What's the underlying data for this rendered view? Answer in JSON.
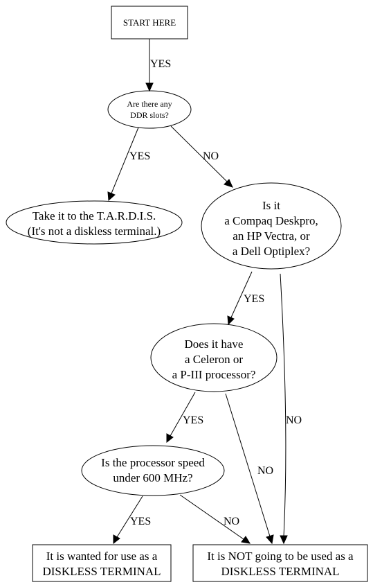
{
  "nodes": {
    "start": "START HERE",
    "ddr_question": {
      "line1": "Are there any",
      "line2": "DDR slots?"
    },
    "tardis": {
      "line1": "Take it to the T.A.R.D.I.S.",
      "line2": "(It's not a diskless terminal.)"
    },
    "brand_question": {
      "line1": "Is it",
      "line2": "a Compaq Deskpro,",
      "line3": "an HP Vectra, or",
      "line4": "a Dell Optiplex?"
    },
    "processor_question": {
      "line1": "Does it have",
      "line2": "a Celeron or",
      "line3": "a P-III processor?"
    },
    "speed_question": {
      "line1": "Is the processor speed",
      "line2": "under 600 MHz?"
    },
    "wanted": {
      "line1": "It is wanted for use as a",
      "line2": "DISKLESS TERMINAL"
    },
    "not_wanted": {
      "line1": "It is NOT going to be used as a",
      "line2": "DISKLESS TERMINAL"
    }
  },
  "edges": {
    "start_to_ddr": "YES",
    "ddr_to_tardis": "YES",
    "ddr_to_brand": "NO",
    "brand_to_processor": "YES",
    "brand_to_not": "NO",
    "processor_to_speed": "YES",
    "processor_to_not": "NO",
    "speed_to_wanted": "YES",
    "speed_to_not": "NO"
  },
  "colors": {
    "stroke": "#000000",
    "fill": "#ffffff",
    "text": "#000000"
  }
}
